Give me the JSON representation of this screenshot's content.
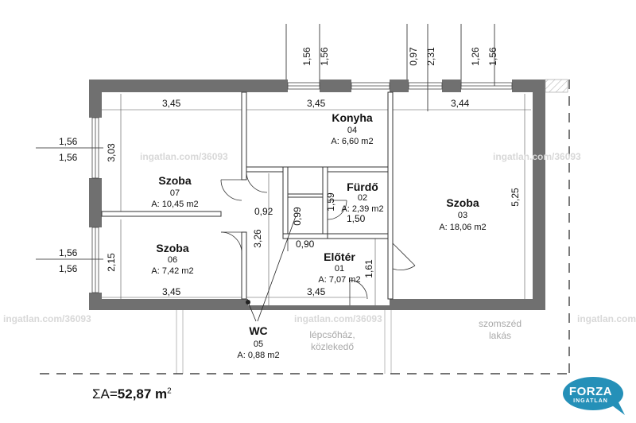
{
  "rooms": [
    {
      "name": "Konyha",
      "number": "04",
      "area": "A: 6,60 m2"
    },
    {
      "name": "Szoba",
      "number": "07",
      "area": "A: 10,45 m2"
    },
    {
      "name": "Fürdő",
      "number": "02",
      "area": "A: 2,39 m2"
    },
    {
      "name": "Szoba",
      "number": "03",
      "area": "A: 18,06 m2"
    },
    {
      "name": "Szoba",
      "number": "06",
      "area": "A: 7,42 m2"
    },
    {
      "name": "Előtér",
      "number": "01",
      "area": "A: 7,07 m2"
    },
    {
      "name": "WC",
      "number": "05",
      "area": "A: 0,88 m2"
    }
  ],
  "dimensions": {
    "top_window_1_a": "1,56",
    "top_window_1_b": "1,56",
    "top_window_2_a": "0,97",
    "top_window_2_b": "2,31",
    "top_window_3_a": "1,26",
    "top_window_3_b": "1,56",
    "left_window_1_a": "1,56",
    "left_window_1_b": "1,56",
    "left_window_2_a": "1,56",
    "left_window_2_b": "1,56",
    "szoba07_width": "3,45",
    "konyha_width": "3,45",
    "szoba03_width": "3,44",
    "szoba07_height": "3,03",
    "szoba03_height": "5,25",
    "hall_width_092": "0,92",
    "wc_height_099": "0,99",
    "furdo_height_159": "1,59",
    "furdo_width_150": "1,50",
    "wc_width_090": "0,90",
    "hall_height_326": "3,26",
    "szoba06_height": "2,15",
    "eloter_height_161": "1,61",
    "szoba06_width": "3,45",
    "eloter_width": "3,45"
  },
  "labels": {
    "staircase_line1": "lépcsőház,",
    "staircase_line2": "közlekedő",
    "neighbor_line1": "szomszéd",
    "neighbor_line2": "lakás"
  },
  "total_prefix": "ΣA=",
  "total_value": "52,87 m",
  "total_unit_sup": "2",
  "watermark": "ingatlan.com/36093",
  "logo": {
    "main": "FORZA",
    "sub": "INGATLAN"
  },
  "colors": {
    "wall": "#707070",
    "line": "#222222",
    "grey_text": "#a9a9a9",
    "logo_bg": "#2590b8"
  }
}
